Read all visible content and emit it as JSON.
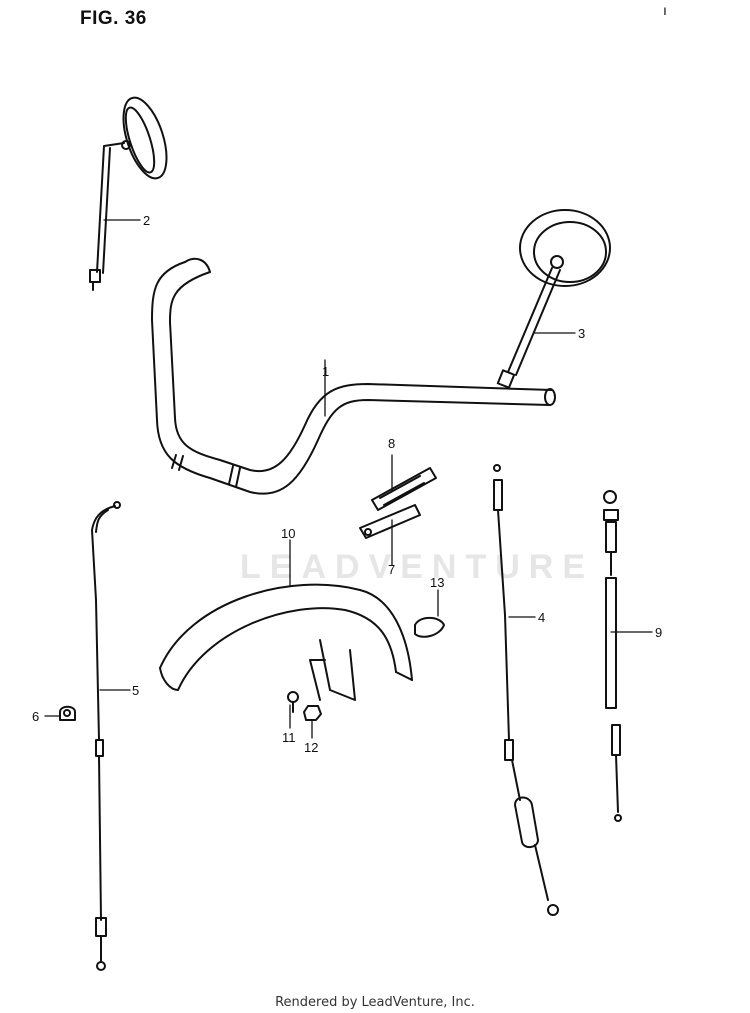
{
  "figure": {
    "title": "FIG. 36",
    "stray_mark": "ı"
  },
  "watermark": "LEADVENTURE",
  "footer": "Rendered by LeadVenture, Inc.",
  "callouts": [
    {
      "id": "handlebar",
      "label": "1"
    },
    {
      "id": "mirror-left",
      "label": "2"
    },
    {
      "id": "mirror-right",
      "label": "3"
    },
    {
      "id": "cable-4",
      "label": "4"
    },
    {
      "id": "cable-5",
      "label": "5"
    },
    {
      "id": "clamp-6",
      "label": "6"
    },
    {
      "id": "strap-7",
      "label": "7"
    },
    {
      "id": "strap-8",
      "label": "8"
    },
    {
      "id": "cable-9",
      "label": "9"
    },
    {
      "id": "front-fender",
      "label": "10"
    },
    {
      "id": "bolt-11",
      "label": "11"
    },
    {
      "id": "nut-12",
      "label": "12"
    },
    {
      "id": "reflector-13",
      "label": "13"
    }
  ]
}
